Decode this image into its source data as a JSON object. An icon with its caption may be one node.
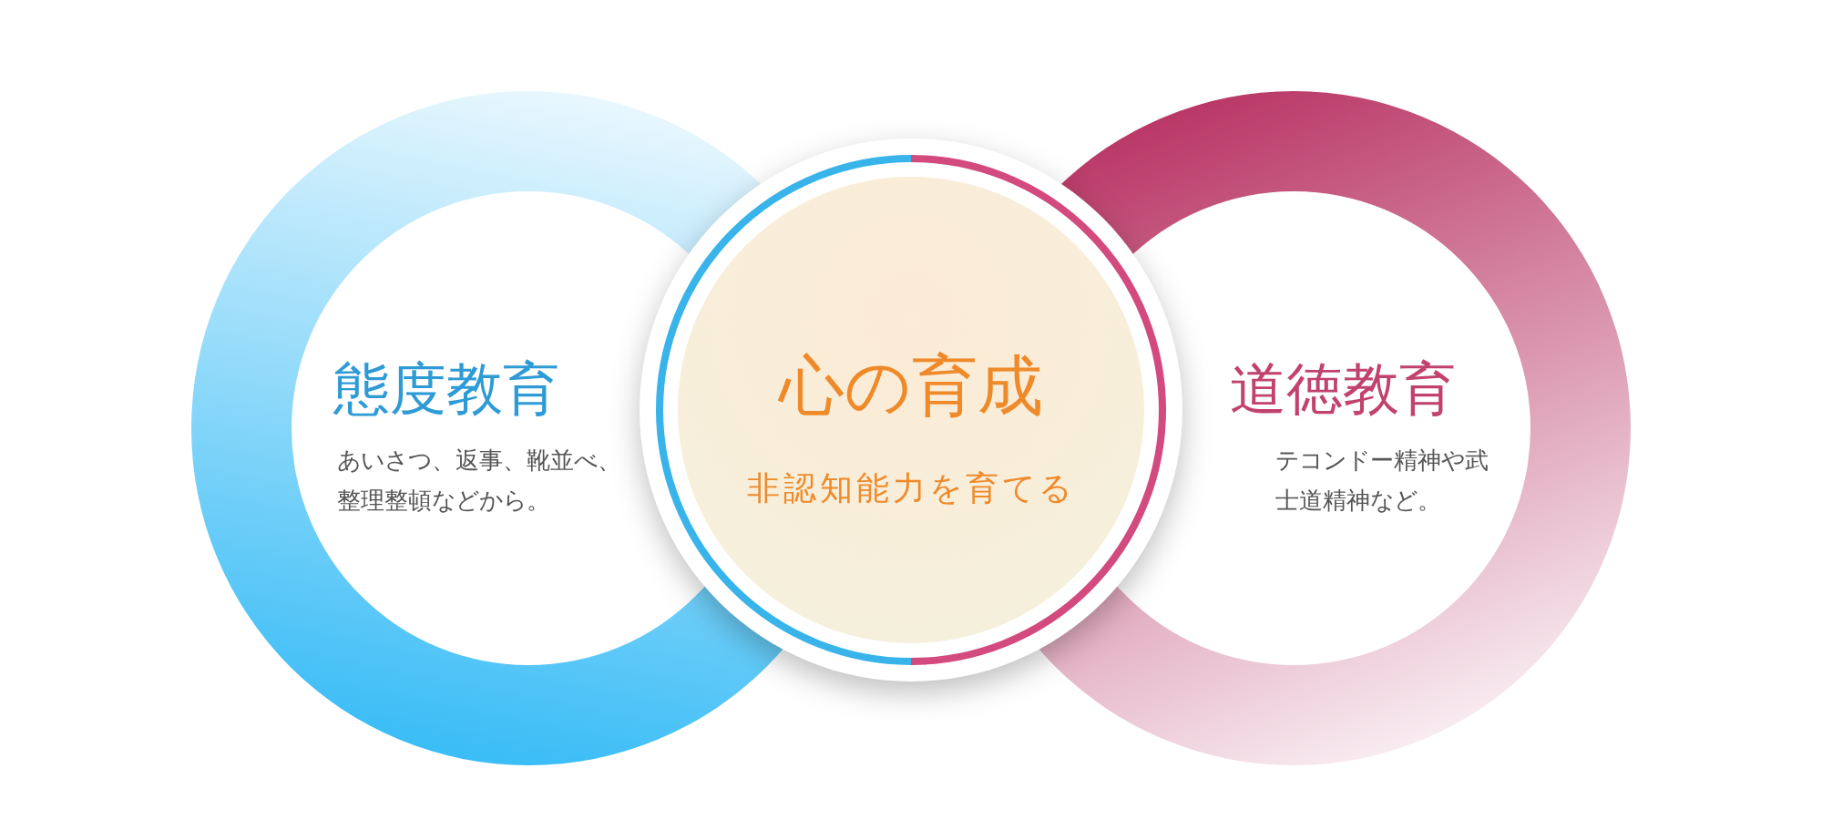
{
  "diagram": {
    "nodes": [
      {
        "text": [
          "態度教育",
          "あいさつ、返事、靴並べ、整理整頓などから。"
        ]
      },
      {
        "text": [
          "心の育成",
          "非認知能力を育てる"
        ]
      },
      {
        "text": [
          "道徳教育",
          "テコンドー精神や武士道精神など。"
        ]
      }
    ]
  }
}
